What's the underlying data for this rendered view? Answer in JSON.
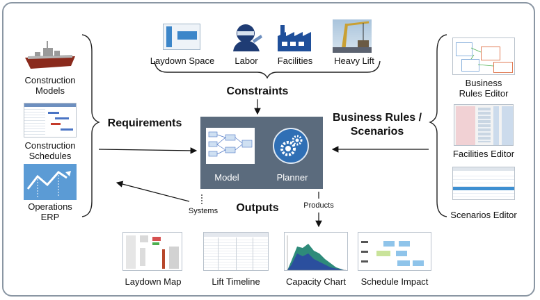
{
  "constraints": {
    "title": "Constraints",
    "items": [
      {
        "label": "Laydown Space",
        "icon": "laydown-space-icon"
      },
      {
        "label": "Labor",
        "icon": "labor-worker-icon"
      },
      {
        "label": "Facilities",
        "icon": "factory-icon"
      },
      {
        "label": "Heavy Lift",
        "icon": "crane-icon"
      }
    ]
  },
  "requirements": {
    "title": "Requirements",
    "items": [
      {
        "label": "Construction\nModels",
        "icon": "ship-model-icon"
      },
      {
        "label": "Construction\nSchedules",
        "icon": "gantt-schedule-icon"
      },
      {
        "label": "Operations\nERP",
        "icon": "erp-chart-icon"
      }
    ]
  },
  "business_rules": {
    "title": "Business Rules /\nScenarios",
    "items": [
      {
        "label": "Business\nRules Editor",
        "icon": "rules-editor-icon"
      },
      {
        "label": "Facilities Editor",
        "icon": "facilities-editor-icon"
      },
      {
        "label": "Scenarios Editor",
        "icon": "scenarios-editor-icon"
      }
    ]
  },
  "core": {
    "model_label": "Model",
    "planner_label": "Planner",
    "accent": "#5b6b7d"
  },
  "outputs": {
    "title": "Outputs",
    "systems_label": "Systems",
    "products_label": "Products",
    "items": [
      {
        "label": "Laydown Map",
        "icon": "laydown-map-icon"
      },
      {
        "label": "Lift Timeline",
        "icon": "lift-timeline-icon"
      },
      {
        "label": "Capacity Chart",
        "icon": "capacity-chart-icon"
      },
      {
        "label": "Schedule Impact",
        "icon": "schedule-impact-icon"
      }
    ]
  }
}
